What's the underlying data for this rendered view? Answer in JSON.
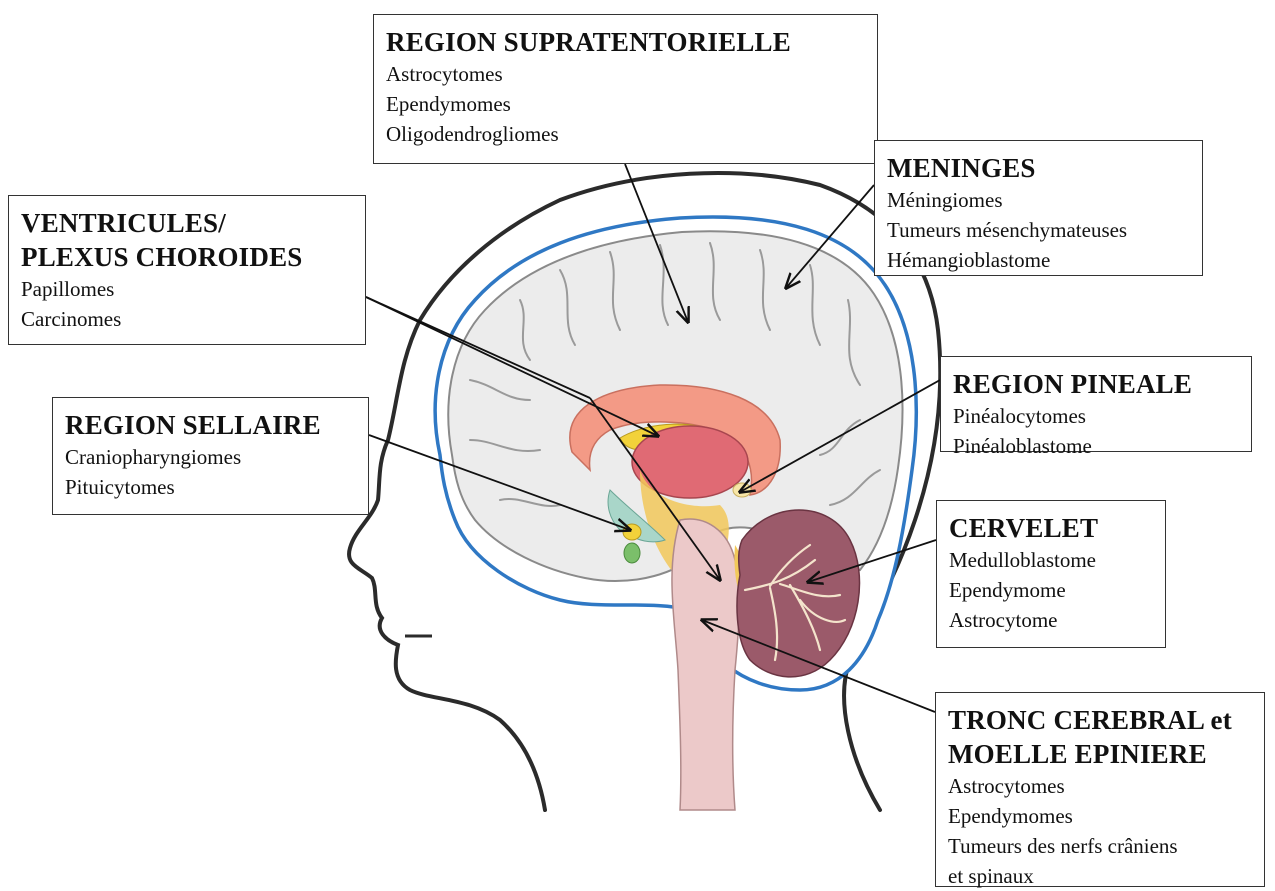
{
  "labels": {
    "supratentorial": {
      "title": "REGION SUPRATENTORIELLE",
      "items": [
        "Astrocytomes",
        "Ependymomes",
        "Oligodendrogliomes"
      ]
    },
    "meninges": {
      "title": "MENINGES",
      "items": [
        "Méningiomes",
        "Tumeurs mésenchymateuses",
        "Hémangioblastome"
      ]
    },
    "ventricules": {
      "title_line1": "VENTRICULES/",
      "title_line2": "PLEXUS CHOROIDES",
      "items": [
        "Papillomes",
        "Carcinomes"
      ]
    },
    "pineale": {
      "title": "REGION PINEALE",
      "items": [
        "Pinéalocytomes",
        "Pinéaloblastome"
      ]
    },
    "sellaire": {
      "title": "REGION SELLAIRE",
      "items": [
        "Craniopharyngiomes",
        "Pituicytomes"
      ]
    },
    "cervelet": {
      "title": "CERVELET",
      "items": [
        "Medulloblastome",
        "Ependymome",
        "Astrocytome"
      ]
    },
    "tronc": {
      "title_line1": "TRONC CEREBRAL et",
      "title_line2": "MOELLE EPINIERE",
      "items": [
        "Astrocytomes",
        "Ependymomes",
        "Tumeurs des nerfs crâniens",
        "et spinaux"
      ]
    }
  },
  "colors": {
    "meninges_outline": "#2f78c4",
    "cortex": "#ececec",
    "cortex_line": "#8a8a8a",
    "corpus_callosum": "#f39a86",
    "thalamus": "#e06a74",
    "cerebellum": "#9b5a6a",
    "brainstem": "#ecc9c9",
    "ventricle": "#f2c85a",
    "pituitary": "#f2d23a",
    "head_outline": "#2b2b2b",
    "arrow": "#111111"
  }
}
